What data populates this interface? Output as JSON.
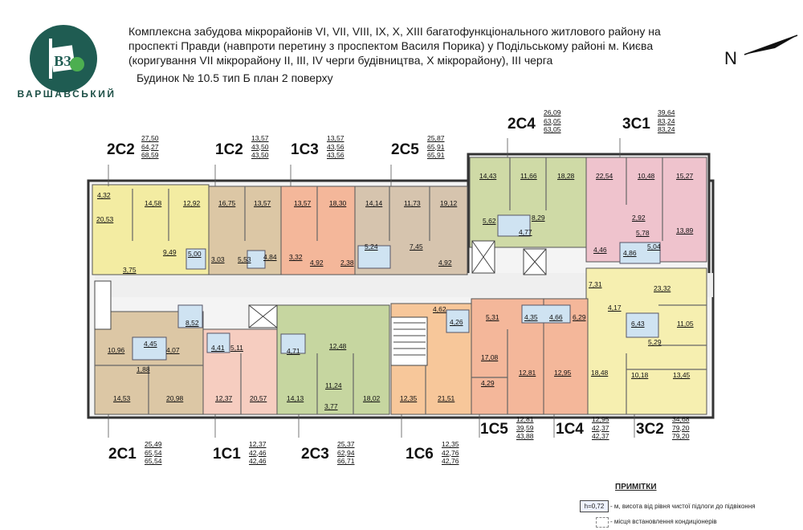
{
  "header": {
    "line1": "Комплексна забудова мікрорайонів VI, VII, VIII, IX, X, XIII багатофункціонального житлового району на",
    "line2": "проспекті Правди (навпроти перетину з проспектом Василя Порика) у Подільському районі м. Києва",
    "line3": "(коригування VII мікрорайону II, III, IV черги будівництва, X мікрорайону), III черга",
    "subtitle": "Будинок № 10.5    тип Б    план 2 поверху"
  },
  "logo": {
    "monogram": "ВЗ",
    "brand": "ВАРШАВСЬКИЙ"
  },
  "north": "N",
  "colors": {
    "yellow": "#f3eca2",
    "tan": "#dcc7a5",
    "salmon": "#f4b79a",
    "taupe": "#d6c4ae",
    "sage": "#cfdaa6",
    "pink": "#efc3cd",
    "rose": "#f6cdc0",
    "orange": "#f7c79a",
    "green": "#c6d6a0",
    "lightyellow": "#f6efb0",
    "bath": "#cfe3f2",
    "corridor": "#f1f1f1"
  },
  "units": [
    {
      "code": "2С2",
      "v1": "27,50",
      "v2": "64,27",
      "v3": "68,59"
    },
    {
      "code": "1С2",
      "v1": "13,57",
      "v2": "43,50",
      "v3": "43,50"
    },
    {
      "code": "1С3",
      "v1": "13,57",
      "v2": "43,56",
      "v3": "43,56"
    },
    {
      "code": "2С5",
      "v1": "25,87",
      "v2": "65,91",
      "v3": "65,91"
    },
    {
      "code": "2С4",
      "v1": "26,09",
      "v2": "63,05",
      "v3": "63,05"
    },
    {
      "code": "3С1",
      "v1": "39,64",
      "v2": "83,24",
      "v3": "83,24"
    },
    {
      "code": "2С1",
      "v1": "25,49",
      "v2": "65,54",
      "v3": "65,54"
    },
    {
      "code": "1С1",
      "v1": "12,37",
      "v2": "42,46",
      "v3": "42,46"
    },
    {
      "code": "2С3",
      "v1": "25,37",
      "v2": "62,94",
      "v3": "66,71"
    },
    {
      "code": "1С6",
      "v1": "12,35",
      "v2": "42,76",
      "v3": "42,76"
    },
    {
      "code": "1С5",
      "v1": "12,81",
      "v2": "39,59",
      "v3": "43,88"
    },
    {
      "code": "1С4",
      "v1": "12,95",
      "v2": "42,37",
      "v3": "42,37"
    },
    {
      "code": "3С2",
      "v1": "34,68",
      "v2": "79,20",
      "v3": "79,20"
    }
  ],
  "rooms": {
    "r1": "4,32",
    "r2": "20,53",
    "r3": "14,58",
    "r4": "12,92",
    "r5": "9,49",
    "r6": "5,00",
    "r7": "3,75",
    "r8": "16,75",
    "r9": "13,57",
    "r10": "3,03",
    "r11": "5,53",
    "r12": "4,84",
    "r13": "13,57",
    "r14": "18,30",
    "r15": "4,92",
    "r16": "2,38",
    "r17": "3,32",
    "r18": "14,14",
    "r19": "11,73",
    "r20": "19,12",
    "r21": "5,24",
    "r22": "7,45",
    "r23": "4,92",
    "r24": "14,43",
    "r25": "11,66",
    "r26": "18,28",
    "r27": "5,62",
    "r28": "8,29",
    "r29": "4,77",
    "r30": "22,54",
    "r31": "10,48",
    "r32": "15,27",
    "r33": "2,92",
    "r34": "13,89",
    "r35": "5,78",
    "r36": "4,46",
    "r37": "4,86",
    "r38": "5,04",
    "r39": "7,31",
    "r40": "23,32",
    "r41": "11,05",
    "r42": "6,43",
    "r43": "5,29",
    "r44": "4,17",
    "r45": "10,18",
    "r46": "13,45",
    "r47": "8,52",
    "r48": "10,96",
    "r49": "4,07",
    "r50": "1,88",
    "r51": "4,45",
    "r52": "14,53",
    "r53": "20,98",
    "r54": "4,41",
    "r55": "5,11",
    "r56": "12,37",
    "r57": "20,57",
    "r58": "4,71",
    "r59": "12,48",
    "r60": "14,13",
    "r61": "11,24",
    "r62": "3,77",
    "r63": "18,02",
    "r64": "4,62",
    "r65": "4,26",
    "r66": "17,08",
    "r67": "4,29",
    "r68": "12,35",
    "r69": "21,51",
    "r70": "5,31",
    "r71": "12,81",
    "r72": "4,35",
    "r73": "4,66",
    "r74": "12,95",
    "r75": "6,29",
    "r76": "18,48"
  },
  "notes": {
    "title": "ПРИМІТКИ",
    "h_sample": "h=0,72",
    "h_text": "- м, висота від рівня чистої підлоги до підвіконня",
    "ac_text": "- місця встановлення кондиціонерів"
  }
}
